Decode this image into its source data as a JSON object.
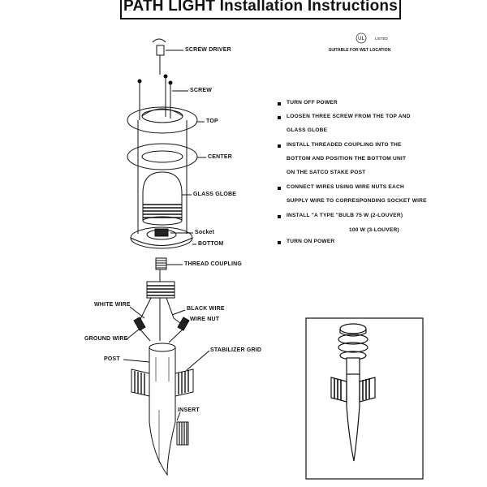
{
  "header": {
    "title": "PATH  LIGHT Installation  Instructions"
  },
  "certification": {
    "listed_text": "LISTED",
    "ul_mark": "UL",
    "wet_location": "SUITABLE FOR WET LOCATION"
  },
  "parts": {
    "screw_driver": "SCREW DRIVER",
    "screw": "SCREW",
    "top": "TOP",
    "center": "CENTER",
    "glass_globe": "GLASS GLOBE",
    "socket": "Socket",
    "bottom": "BOTTOM",
    "thread_coupling": "THREAD COUPLING",
    "white_wire": "WHITE WIRE",
    "black_wire": "BLACK WIRE",
    "wire_nut": "WIRE NUT",
    "ground_wire": "GROUND WIRE",
    "post": "POST",
    "stabilizer_grid": "STABILIZER GRID",
    "insert": "INSERT"
  },
  "instructions": {
    "steps": [
      {
        "lines": [
          "TURN  OFF POWER"
        ]
      },
      {
        "lines": [
          "LOOSEN THREE SCREW FROM THE TOP AND",
          "GLASS GLOBE"
        ]
      },
      {
        "lines": [
          "INSTALL THREADED COUPLING INTO THE",
          "BOTTOM AND POSITION THE BOTTOM UNIT",
          "ON THE  SATCO  STAKE POST"
        ]
      },
      {
        "lines": [
          "CONNECT WIRES USING WIRE NUTS EACH",
          "SUPPLY WIRE TO CORRESPONDING SOCKET WIRE"
        ]
      },
      {
        "lines": [
          "INSTALL \"A TYPE \"BULB 75 W (2-LOUVER)",
          "100 W (3-LOUVER)"
        ]
      },
      {
        "lines": [
          "TURN ON POWER"
        ]
      }
    ]
  }
}
